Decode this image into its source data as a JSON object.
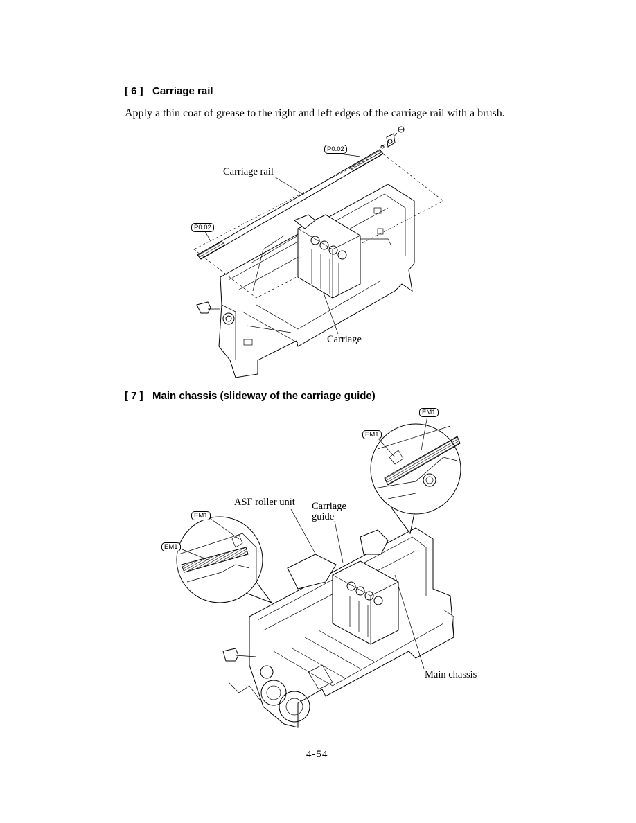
{
  "section6": {
    "number": "[ 6 ]",
    "title": "Carriage rail",
    "instruction": "Apply a thin coat of grease to the right and left edges of the carriage rail with a brush.",
    "labels": {
      "carriage_rail": "Carriage rail",
      "carriage": "Carriage",
      "grease_tag_right": "P0.02",
      "grease_tag_left": "P0.02"
    }
  },
  "section7": {
    "number": "[ 7 ]",
    "title": "Main chassis (slideway of the carriage guide)",
    "labels": {
      "asf_roller_unit": "ASF roller unit",
      "carriage_guide_line1": "Carriage",
      "carriage_guide_line2": "guide",
      "main_chassis": "Main chassis",
      "grease_tag_detail_right_top": "EM1",
      "grease_tag_detail_right_left": "EM1",
      "grease_tag_detail_left_top": "EM1",
      "grease_tag_detail_left_left": "EM1"
    }
  },
  "footer": {
    "page_number": "4-54"
  }
}
